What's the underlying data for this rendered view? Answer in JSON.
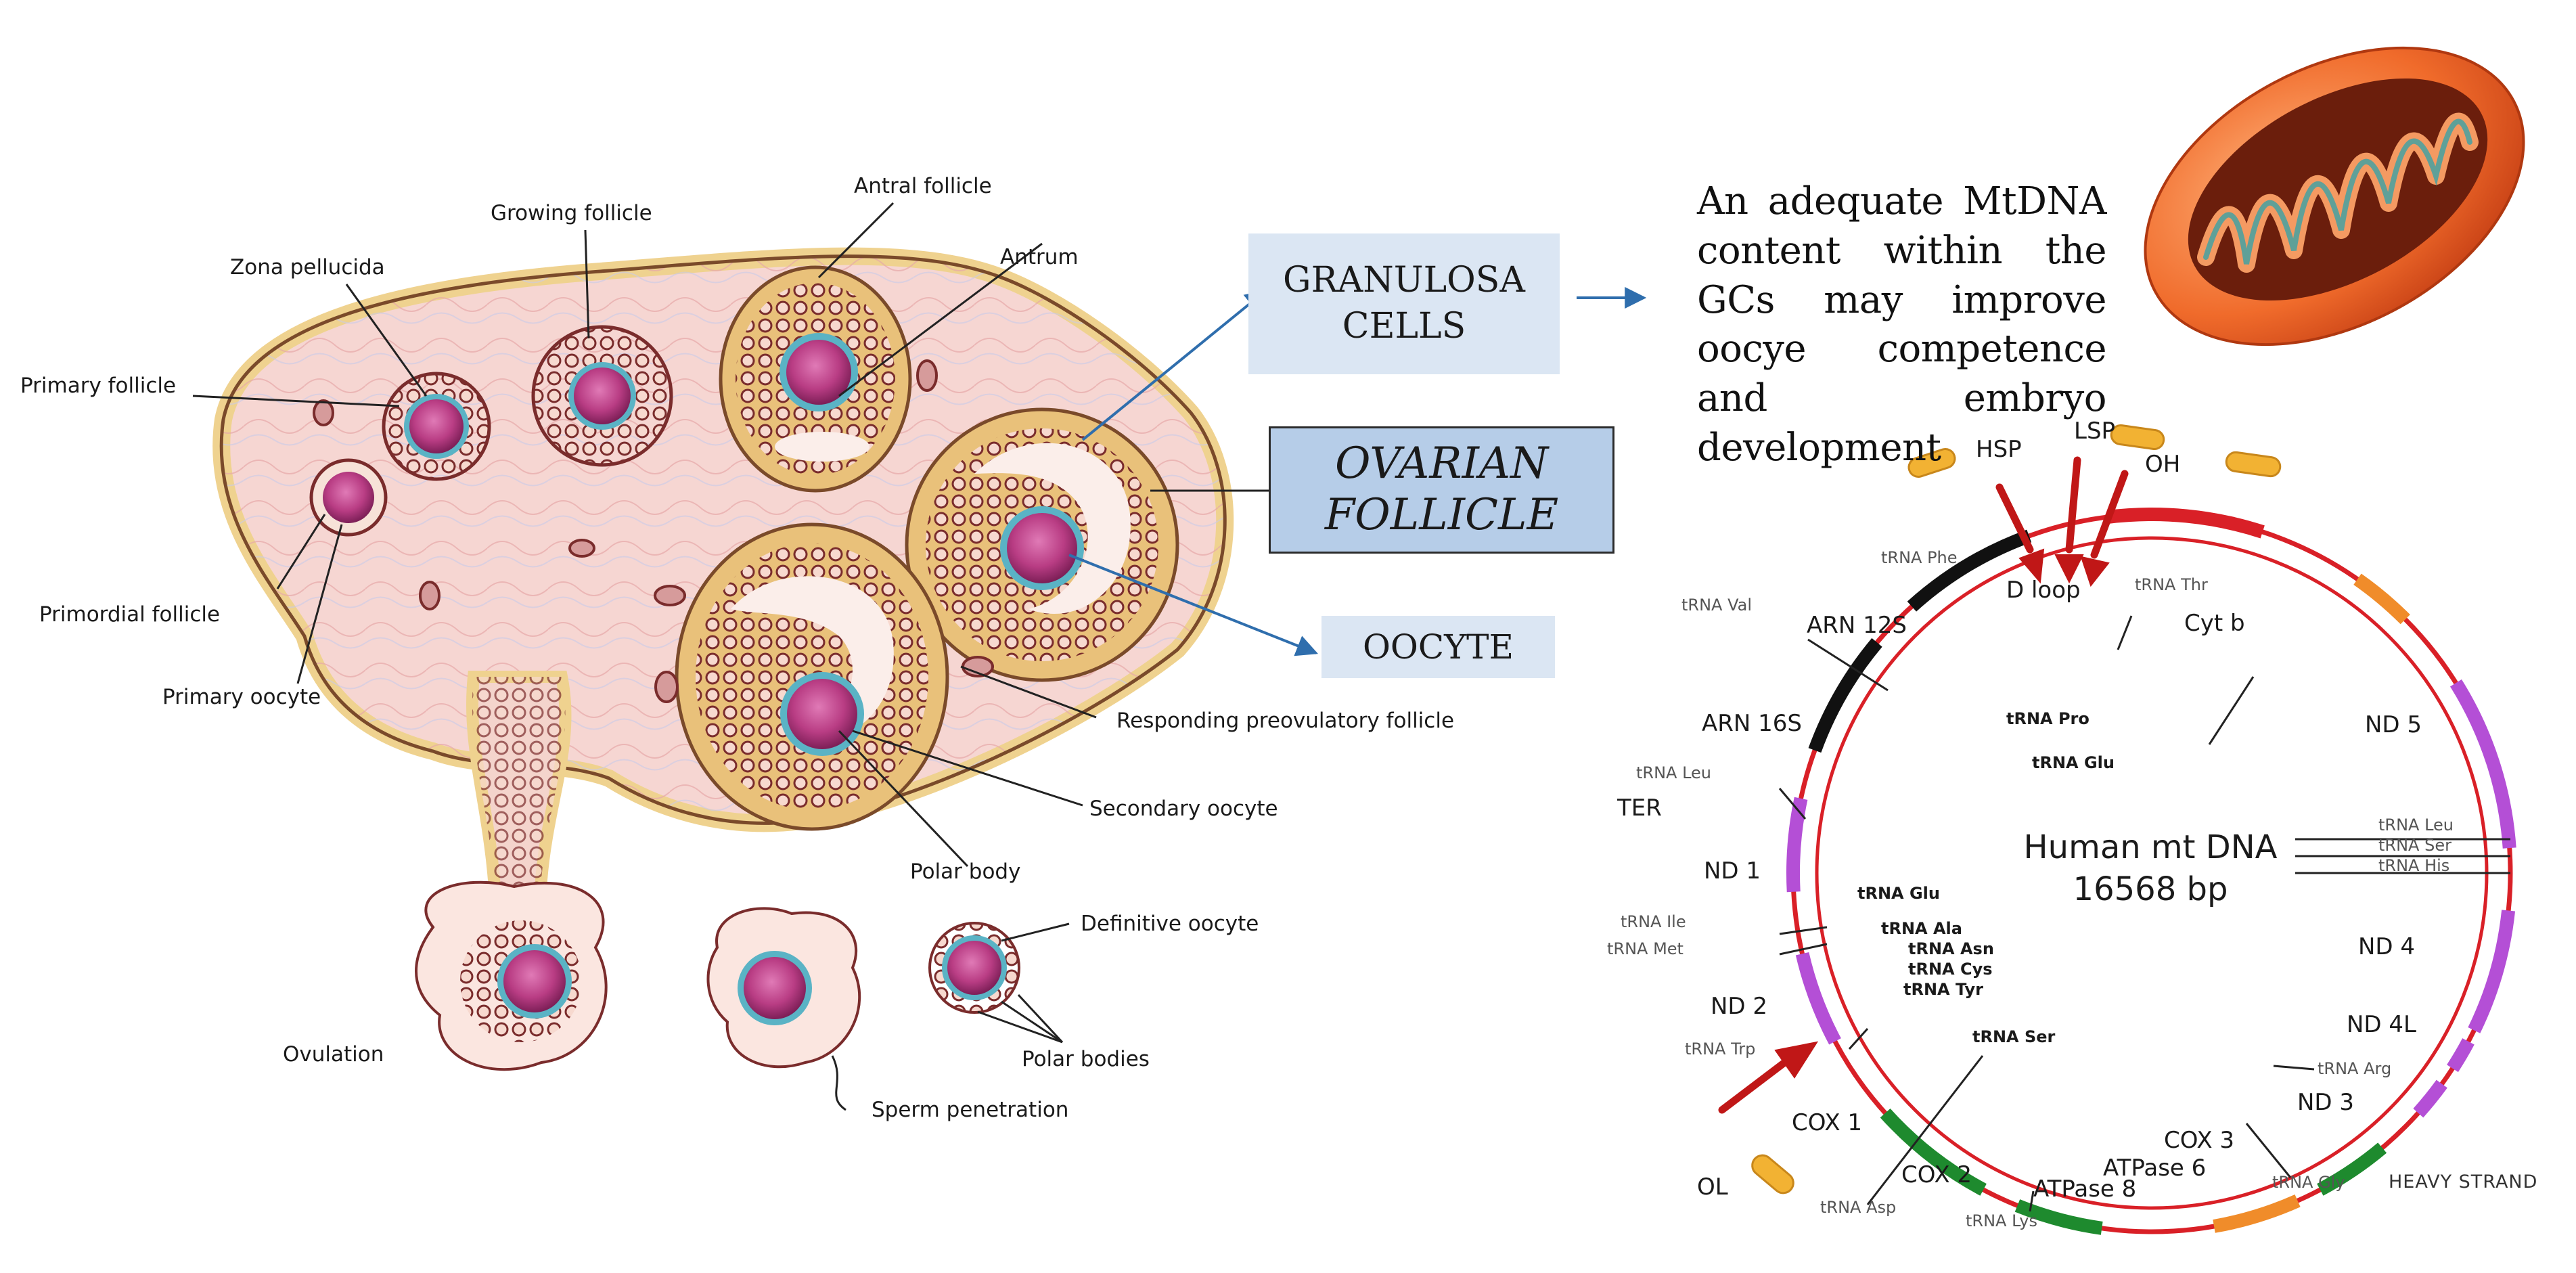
{
  "follicle_labels": {
    "zona_pellucida": "Zona pellucida",
    "growing_follicle": "Growing follicle",
    "antral_follicle": "Antral follicle",
    "antrum": "Antrum",
    "primary_follicle": "Primary follicle",
    "primordial_follicle": "Primordial follicle",
    "primary_oocyte": "Primary oocyte",
    "responding_preovulatory_follicle": "Responding preovulatory follicle",
    "secondary_oocyte": "Secondary oocyte",
    "polar_body": "Polar body",
    "definitive_oocyte": "Definitive oocyte",
    "polar_bodies": "Polar bodies",
    "ovulation": "Ovulation",
    "sperm_penetration": "Sperm penetration"
  },
  "boxes": {
    "granulosa_line1": "GRANULOSA",
    "granulosa_line2": "CELLS",
    "ovarian_line1": "OVARIAN",
    "ovarian_line2": "FOLLICLE",
    "oocyte": "OOCYTE"
  },
  "statement": "An adequate MtDNA content within the GCs may improve oocye competence and embryo development",
  "mtdna": {
    "title": "Human mt DNA",
    "size": "16568 bp",
    "promoters": {
      "hsp": "HSP",
      "lsp": "LSP",
      "oh": "OH",
      "ol": "OL"
    },
    "strand": "HEAVY STRAND",
    "genes": {
      "d_loop": "D loop",
      "cyt_b": "Cyt b",
      "nd5": "ND 5",
      "nd4": "ND 4",
      "nd4l": "ND 4L",
      "nd3": "ND 3",
      "cox3": "COX 3",
      "atpase6": "ATPase 6",
      "atpase8": "ATPase 8",
      "cox2": "COX 2",
      "cox1": "COX 1",
      "nd2": "ND 2",
      "nd1": "ND 1",
      "ter": "TER",
      "arn16s": "ARN 16S",
      "arn12s": "ARN 12S"
    },
    "trna": {
      "phe": "tRNA Phe",
      "thr": "tRNA Thr",
      "val": "tRNA Val",
      "pro": "tRNA Pro",
      "glu_inner_top": "tRNA Glu",
      "leu_left": "tRNA Leu",
      "leu_right": "tRNA Leu",
      "ser_right": "tRNA Ser",
      "his": "tRNA His",
      "glu_inner_left": "tRNA Glu",
      "ile": "tRNA Ile",
      "met": "tRNA Met",
      "ala": "tRNA Ala",
      "asn": "tRNA Asn",
      "cys": "tRNA Cys",
      "tyr": "tRNA Tyr",
      "trp": "tRNA Trp",
      "ser_inner": "tRNA Ser",
      "arg": "tRNA Arg",
      "gly": "tRNA Gly",
      "asp": "tRNA Asp",
      "lys": "tRNA Lys"
    }
  },
  "colors": {
    "ovary_fill": "#f6d6d2",
    "ovary_outline": "#efd28f",
    "oocyte": "#c4498e",
    "ring_outer": "#d92027",
    "ring_inner": "#d92027",
    "gene_purple": "#b44fd6",
    "gene_green": "#1e8a2e",
    "gene_black": "#111111",
    "gene_orange": "#f08c2a",
    "arrow_red": "#c01717",
    "arrow_blue": "#2f6ead",
    "mito_outer": "#f07a3c"
  }
}
